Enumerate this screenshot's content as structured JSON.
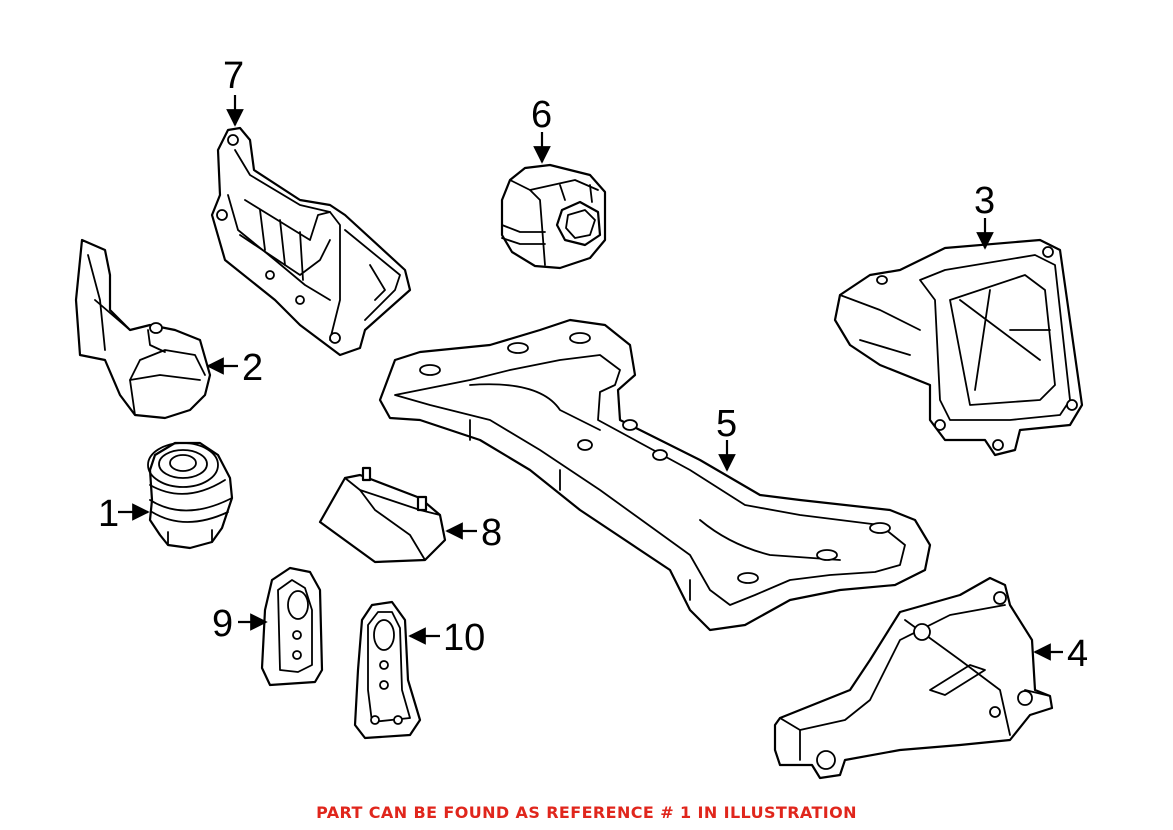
{
  "callouts": {
    "c1": "1",
    "c2": "2",
    "c3": "3",
    "c4": "4",
    "c5": "5",
    "c6": "6",
    "c7": "7",
    "c8": "8",
    "c9": "9",
    "c10": "10"
  },
  "footer": {
    "note": "PART CAN BE FOUND AS REFERENCE # 1 IN ILLUSTRATION"
  },
  "colors": {
    "note_color": "#e0261c",
    "line_color": "#000000",
    "background": "#ffffff"
  }
}
